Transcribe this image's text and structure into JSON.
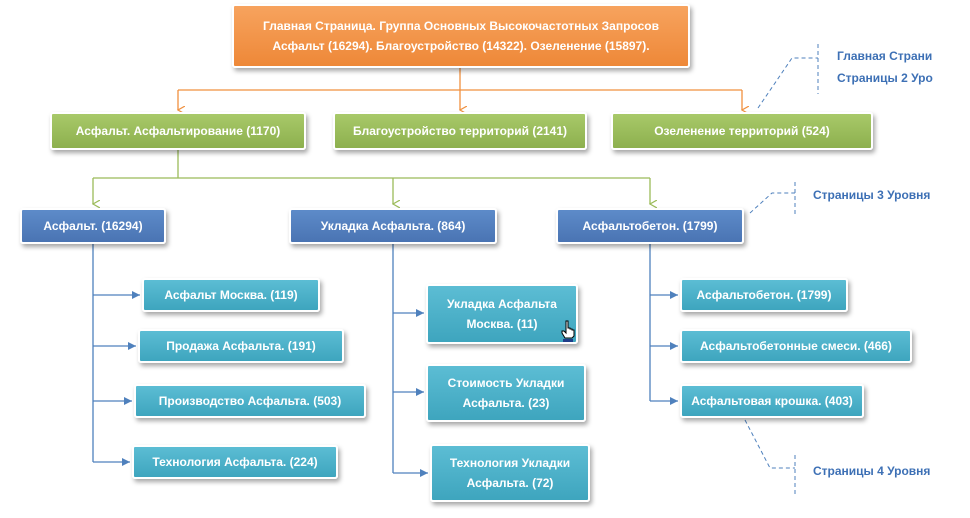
{
  "root": {
    "label": "Главная Страница. Группа Основных Высокочастотных Запросов\nАсфальт (16294).  Благоустройство (14322).  Озеленение (15897)."
  },
  "level2": [
    {
      "label": "Асфальт. Асфальтирование (1170)"
    },
    {
      "label": "Благоустройство территорий (2141)"
    },
    {
      "label": "Озеленение территорий (524)"
    }
  ],
  "level3": [
    {
      "label": "Асфальт. (16294)"
    },
    {
      "label": "Укладка Асфальта. (864)"
    },
    {
      "label": "Асфальтобетон. (1799)"
    }
  ],
  "level4": [
    {
      "label": "Асфальт Москва. (119)"
    },
    {
      "label": "Продажа Асфальта. (191)"
    },
    {
      "label": "Производство Асфальта. (503)"
    },
    {
      "label": "Технология Асфальта. (224)"
    },
    {
      "label": "Укладка Асфальта\nМосква. (11)"
    },
    {
      "label": "Стоимость Укладки\nАсфальта. (23)"
    },
    {
      "label": "Технология Укладки\nАсфальта. (72)"
    },
    {
      "label": "Асфальтобетон. (1799)"
    },
    {
      "label": "Асфальтобетонные смеси. (466)"
    },
    {
      "label": "Асфальтовая крошка. (403)"
    }
  ],
  "annotations": {
    "level2_line1": "Главная Страни",
    "level2_line2": "Страницы 2 Уро",
    "level3": "Страницы 3 Уровня",
    "level4": "Страницы 4 Уровня"
  },
  "colors": {
    "root": "#f0903f",
    "level2": "#9bbb59",
    "level3": "#4f81bd",
    "level4": "#4bacc6",
    "annotation": "#3d70b5"
  }
}
